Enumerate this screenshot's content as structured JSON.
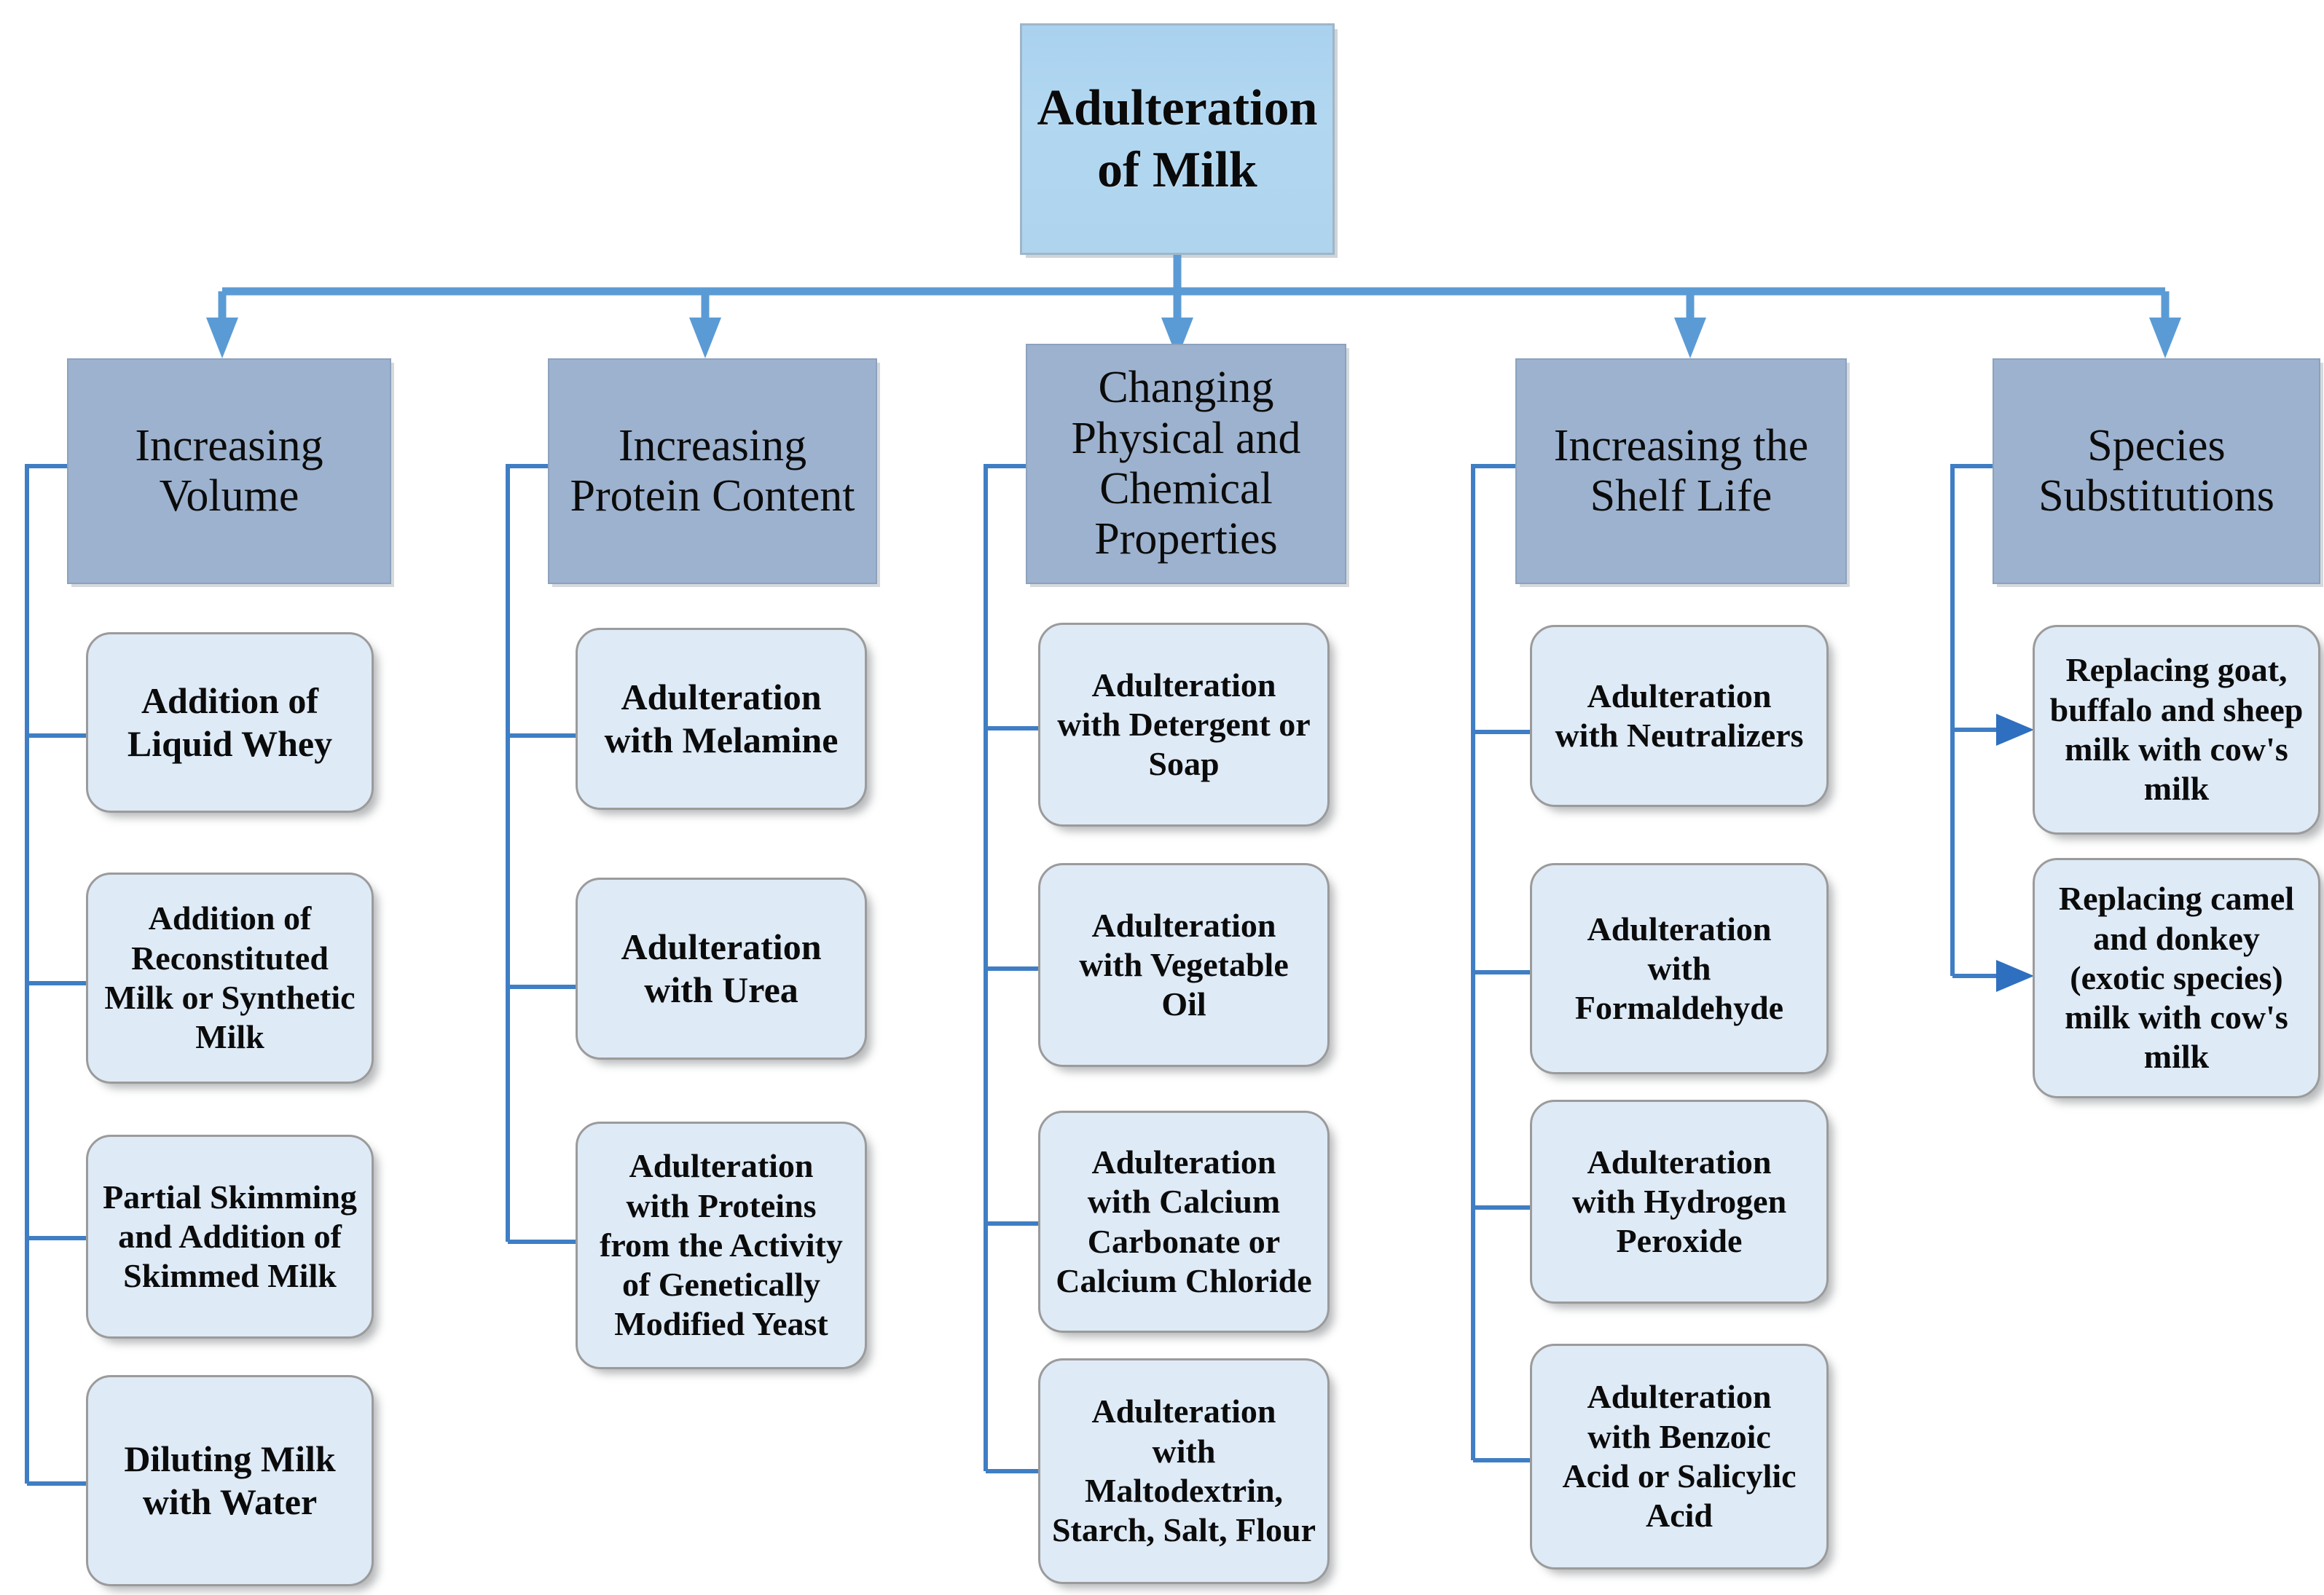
{
  "diagram": {
    "title": "Adulteration of Milk",
    "root": {
      "label": "Adulteration\nof Milk"
    },
    "colors": {
      "root_fill": "#AED4EE",
      "header_fill": "#9DB2CE",
      "child_fill": "#DEEAF6",
      "connector_bus": "#5B9BD5",
      "connector_arrow": "#2F6FBF",
      "child_border": "#9B9B9B",
      "background": "#FFFFFF"
    },
    "categories": [
      {
        "label": "Increasing\nVolume",
        "children": [
          {
            "label": "Addition of\nLiquid Whey"
          },
          {
            "label": "Addition of\nReconstituted\nMilk or Synthetic\nMilk"
          },
          {
            "label": "Partial Skimming\nand Addition of\nSkimmed Milk"
          },
          {
            "label": "Diluting Milk\nwith Water"
          }
        ]
      },
      {
        "label": "Increasing\nProtein Content",
        "children": [
          {
            "label": "Adulteration\nwith Melamine"
          },
          {
            "label": "Adulteration\nwith Urea"
          },
          {
            "label": "Adulteration\nwith Proteins\nfrom the Activity\nof Genetically\nModified Yeast"
          }
        ]
      },
      {
        "label": "Changing\nPhysical and\nChemical\nProperties",
        "children": [
          {
            "label": "Adulteration\nwith Detergent or\nSoap"
          },
          {
            "label": "Adulteration\nwith Vegetable\nOil"
          },
          {
            "label": "Adulteration\nwith Calcium\nCarbonate or\nCalcium Chloride"
          },
          {
            "label": "Adulteration\nwith\nMaltodextrin,\nStarch, Salt, Flour"
          }
        ]
      },
      {
        "label": "Increasing the\nShelf Life",
        "children": [
          {
            "label": "Adulteration\nwith Neutralizers"
          },
          {
            "label": "Adulteration\nwith\nFormaldehyde"
          },
          {
            "label": "Adulteration\nwith Hydrogen\nPeroxide"
          },
          {
            "label": "Adulteration\nwith Benzoic\nAcid or Salicylic\nAcid"
          }
        ]
      },
      {
        "label": "Species\nSubstitutions",
        "children": [
          {
            "label": "Replacing goat,\nbuffalo and sheep\nmilk with cow's\nmilk"
          },
          {
            "label": "Replacing camel\nand donkey\n(exotic species)\nmilk with cow's\nmilk"
          }
        ]
      }
    ]
  }
}
